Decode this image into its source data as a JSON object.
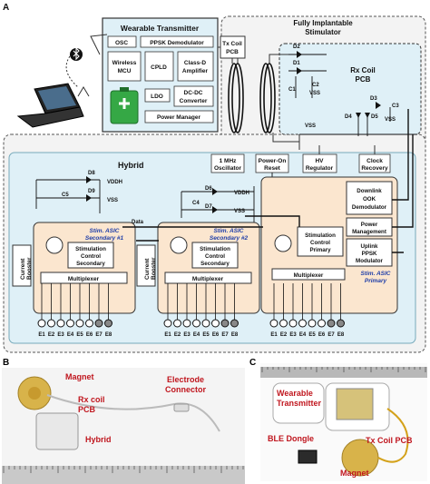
{
  "panels": {
    "a": "A",
    "b": "B",
    "c": "C"
  },
  "transmitter": {
    "title": "Wearable Transmitter",
    "osc": "OSC",
    "ppsk": "PPSK Demodulator",
    "mcu": [
      "Wireless",
      "MCU"
    ],
    "cpld": "CPLD",
    "amp": [
      "Class-D",
      "Amplifier"
    ],
    "ldo": "LDO",
    "dcdc": [
      "DC-DC",
      "Converter"
    ],
    "power": "Power Manager",
    "txcoil": [
      "Tx Coil",
      "PCB"
    ]
  },
  "stimulator": {
    "title": [
      "Fully Implantable",
      "Stimulator"
    ],
    "rxcoil": [
      "Rx Coil",
      "PCB"
    ],
    "d1": "D1",
    "d2": "D2",
    "d3": "D3",
    "d4": "D4",
    "d5": "D5",
    "c1": "C1",
    "c2": "C2",
    "c3": "C3",
    "vss": "VSS"
  },
  "hybrid": {
    "title": "Hybrid",
    "osc": [
      "1 MHz",
      "Oscillator"
    ],
    "por": [
      "Power-On",
      "Reset"
    ],
    "hv": [
      "HV",
      "Regulator"
    ],
    "clock": [
      "Clock",
      "Recovery"
    ],
    "vddh": "VDDH",
    "vss": "VSS",
    "data": "Data",
    "d6": "D6",
    "d7": "D7",
    "d8": "D8",
    "d9": "D9",
    "c4": "C4",
    "c5": "C5"
  },
  "asic1": {
    "title": [
      "Stim. ASIC",
      "Secondary #1"
    ],
    "ctrl": [
      "Stimulation",
      "Control",
      "Secondary"
    ],
    "mux": "Multiplexer",
    "booster": [
      "Current",
      "Booster"
    ]
  },
  "asic2": {
    "title": [
      "Stim. ASIC",
      "Secondary #2"
    ],
    "ctrl": [
      "Stimulation",
      "Control",
      "Secondary"
    ],
    "mux": "Multiplexer",
    "booster": [
      "Current",
      "Booster"
    ]
  },
  "asic3": {
    "title": [
      "Stim. ASIC",
      "Primary"
    ],
    "ctrl": [
      "Stimulation",
      "Control",
      "Primary"
    ],
    "mux": "Multiplexer",
    "downlink": [
      "Downlink",
      "OOK",
      "Demodulator"
    ],
    "powermgmt": [
      "Power",
      "Management"
    ],
    "uplink": [
      "Uplink",
      "PPSK",
      "Modulator"
    ]
  },
  "electrodes": [
    "E1",
    "E2",
    "E3",
    "E4",
    "E5",
    "E6",
    "E7",
    "E8"
  ],
  "photo_b": {
    "magnet": "Magnet",
    "rxcoil": [
      "Rx coil",
      "PCB"
    ],
    "electrode": [
      "Electrode",
      "Connector"
    ],
    "hybrid": "Hybrid"
  },
  "photo_c": {
    "wearable": [
      "Wearable",
      "Transmitter"
    ],
    "ble": "BLE Dongle",
    "txcoil": "Tx Coil PCB",
    "magnet": "Magnet"
  },
  "colors": {
    "bluefill": "#dff0f7",
    "bluebox": "#c8e6f2",
    "asic": "#fbe6cf",
    "title": "#1f3ea8",
    "label": "#c0161e"
  }
}
